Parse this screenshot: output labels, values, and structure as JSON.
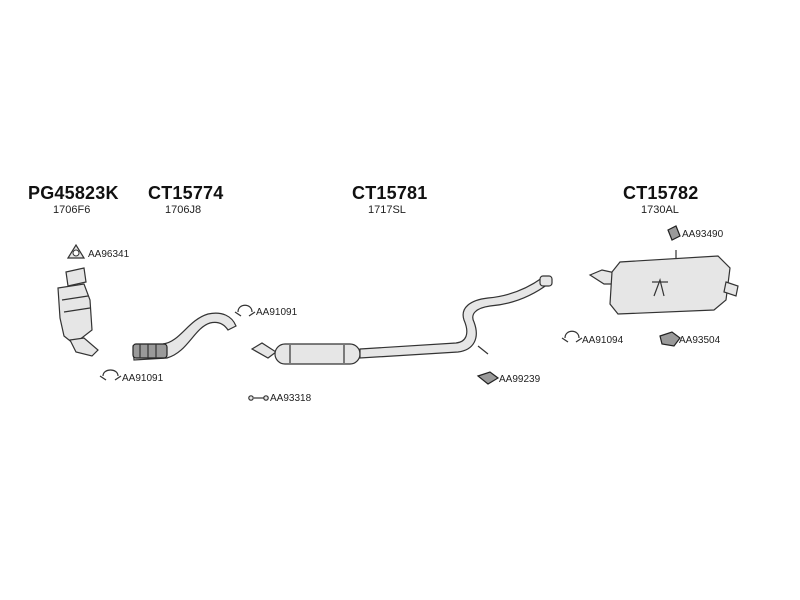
{
  "groups": [
    {
      "code": "PG45823K",
      "sub": "1706F6"
    },
    {
      "code": "CT15774",
      "sub": "1706J8"
    },
    {
      "code": "CT15781",
      "sub": "1717SL"
    },
    {
      "code": "CT15782",
      "sub": "1730AL"
    }
  ],
  "labels": {
    "aa96341": "AA96341",
    "aa91091_a": "AA91091",
    "aa91091_b": "AA91091",
    "aa93318": "AA93318",
    "aa99239": "AA99239",
    "aa93490": "AA93490",
    "aa91094": "AA91094",
    "aa93504": "AA93504"
  }
}
